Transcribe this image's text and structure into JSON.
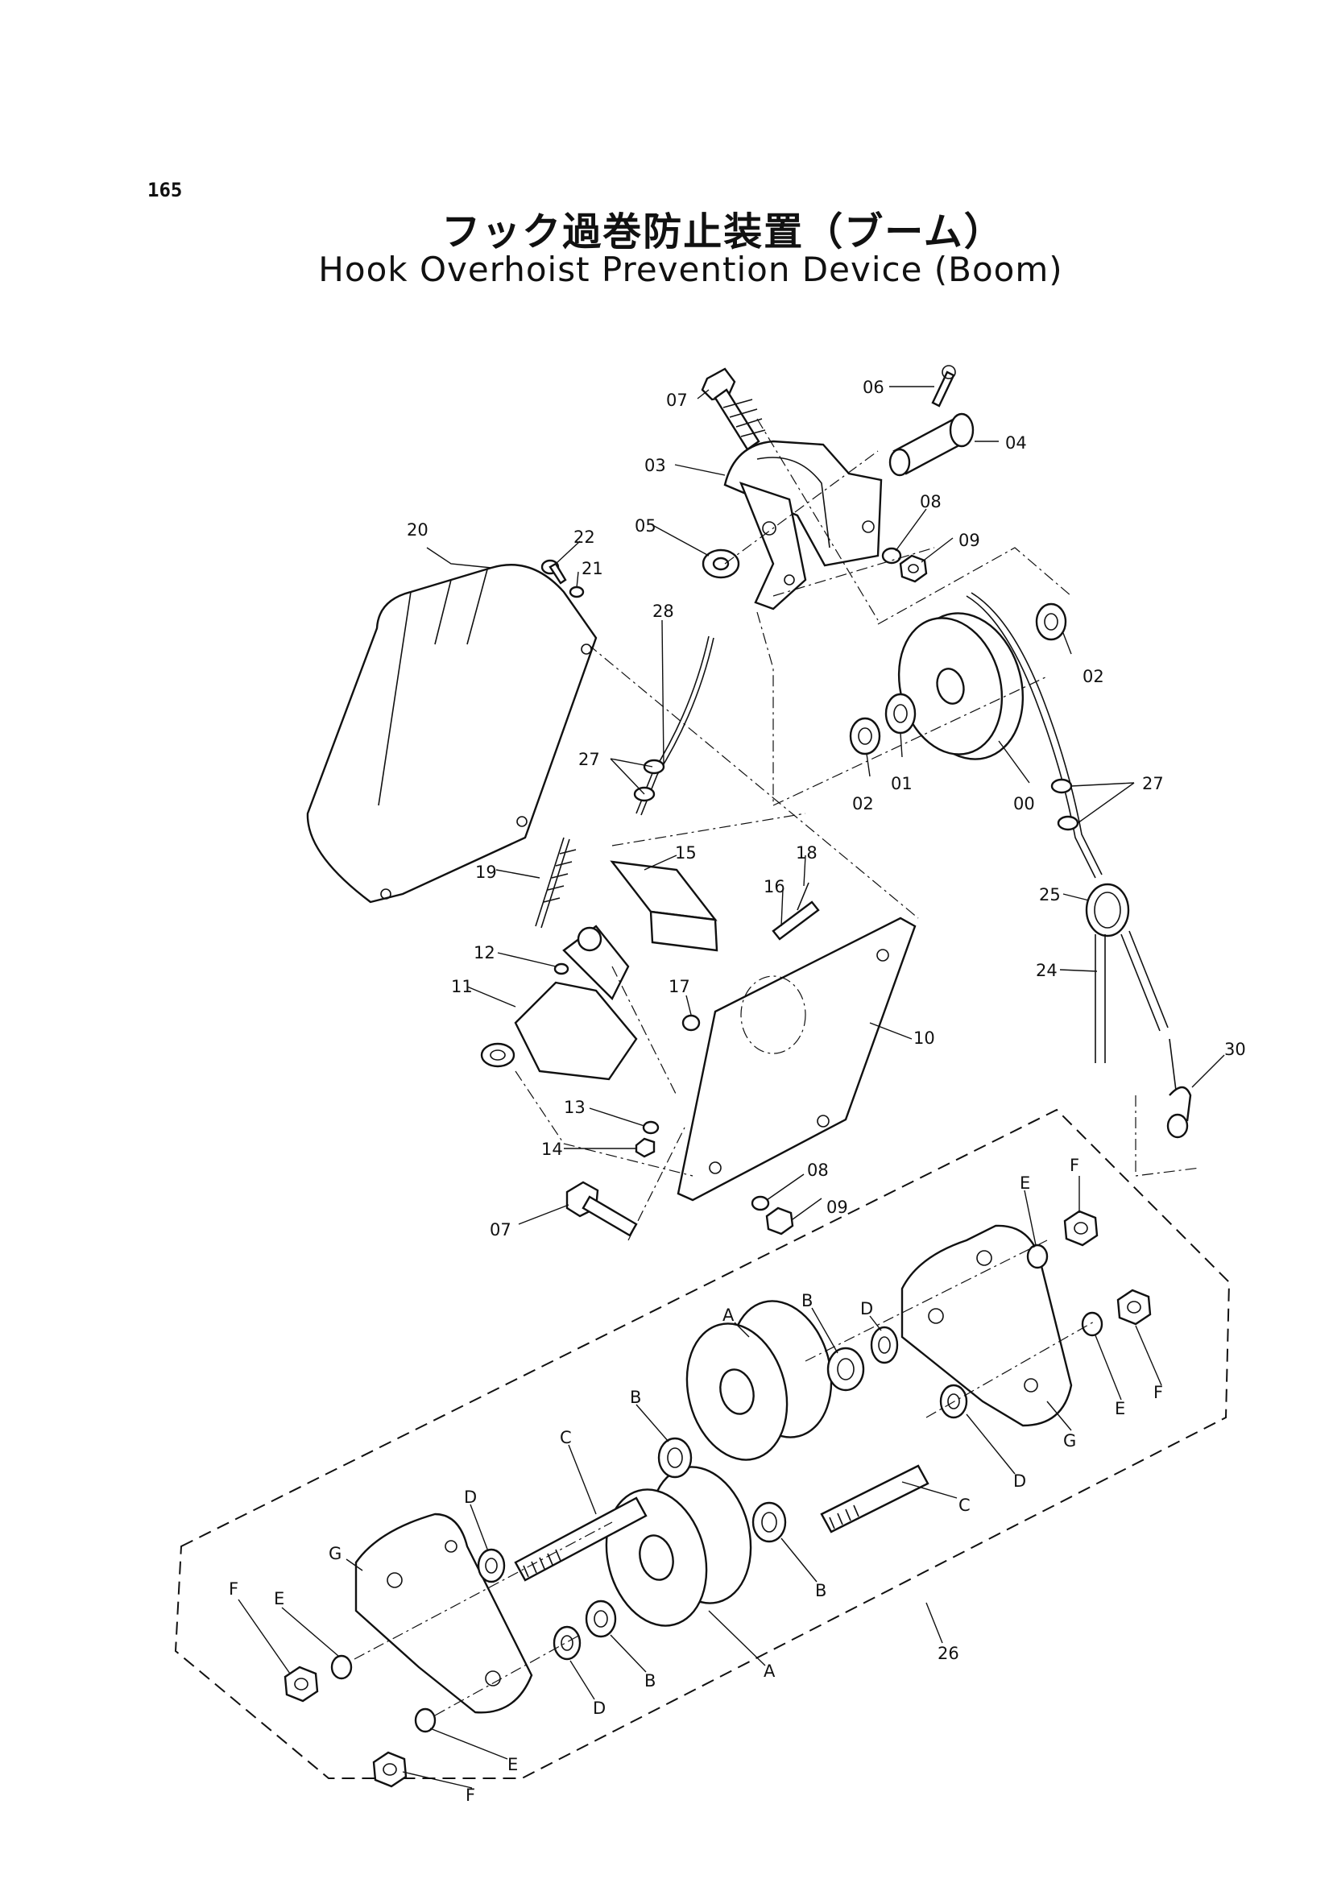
{
  "page_number": "165",
  "title_jp": "フック過巻防止装置（ブーム）",
  "title_en": "Hook Overhoist Prevention Device (Boom)",
  "labels": {
    "n07a": "07",
    "n06": "06",
    "n04": "04",
    "n03": "03",
    "n05": "05",
    "n08a": "08",
    "n09a": "09",
    "n20": "20",
    "n22": "22",
    "n21": "21",
    "n28": "28",
    "n02a": "02",
    "n02b": "02",
    "n01": "01",
    "n00": "00",
    "n27a": "27",
    "n27b": "27",
    "n15": "15",
    "n18": "18",
    "n16": "16",
    "n19": "19",
    "n25": "25",
    "n24": "24",
    "n12": "12",
    "n11": "11",
    "n17": "17",
    "n10": "10",
    "n13": "13",
    "n14": "14",
    "n07b": "07",
    "n08b": "08",
    "n09b": "09",
    "n30": "30",
    "n26": "26",
    "sA1": "A",
    "sA2": "A",
    "sB1": "B",
    "sB2": "B",
    "sB3": "B",
    "sB4": "B",
    "sC1": "C",
    "sC2": "C",
    "sD1": "D",
    "sD2": "D",
    "sD3": "D",
    "sD4": "D",
    "sE1": "E",
    "sE2": "E",
    "sE3": "E",
    "sE4": "E",
    "sF1": "F",
    "sF2": "F",
    "sF3": "F",
    "sF4": "F",
    "sG1": "G",
    "sG2": "G"
  }
}
